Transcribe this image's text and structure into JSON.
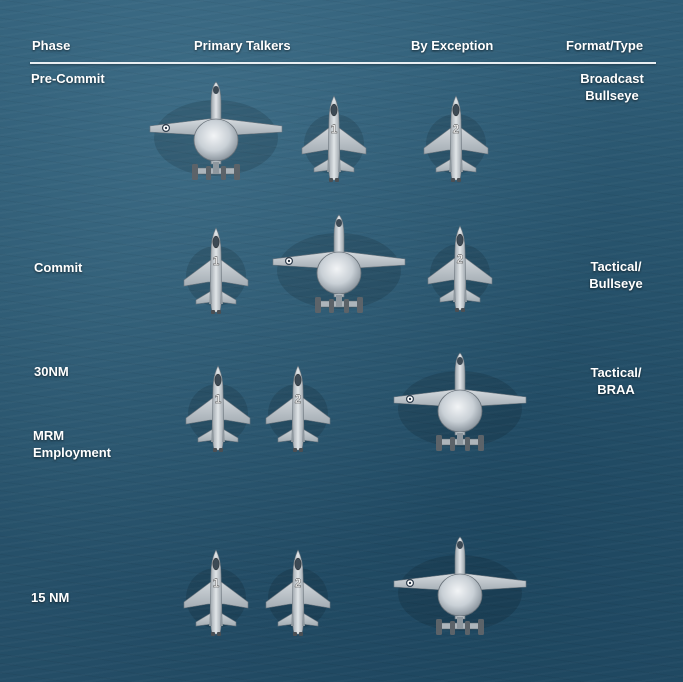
{
  "headers": {
    "phase": "Phase",
    "primary": "Primary Talkers",
    "exception": "By Exception",
    "format": "Format/Type"
  },
  "phases": [
    {
      "label": "Pre-Commit",
      "format_line1": "Broadcast",
      "format_line2": "Bullseye"
    },
    {
      "label": "Commit",
      "format_line1": "Tactical/",
      "format_line2": "Bullseye"
    },
    {
      "label": "30NM",
      "format_line1": "Tactical/",
      "format_line2": "BRAA"
    },
    {
      "label_line1": "MRM",
      "label_line2": "Employment"
    },
    {
      "label": "15 NM"
    }
  ],
  "aircraft": {
    "fighter_icon": "fighter-jet-icon",
    "awacs_icon": "awacs-radar-aircraft-icon",
    "fighter_numbers": [
      "1",
      "2"
    ]
  }
}
